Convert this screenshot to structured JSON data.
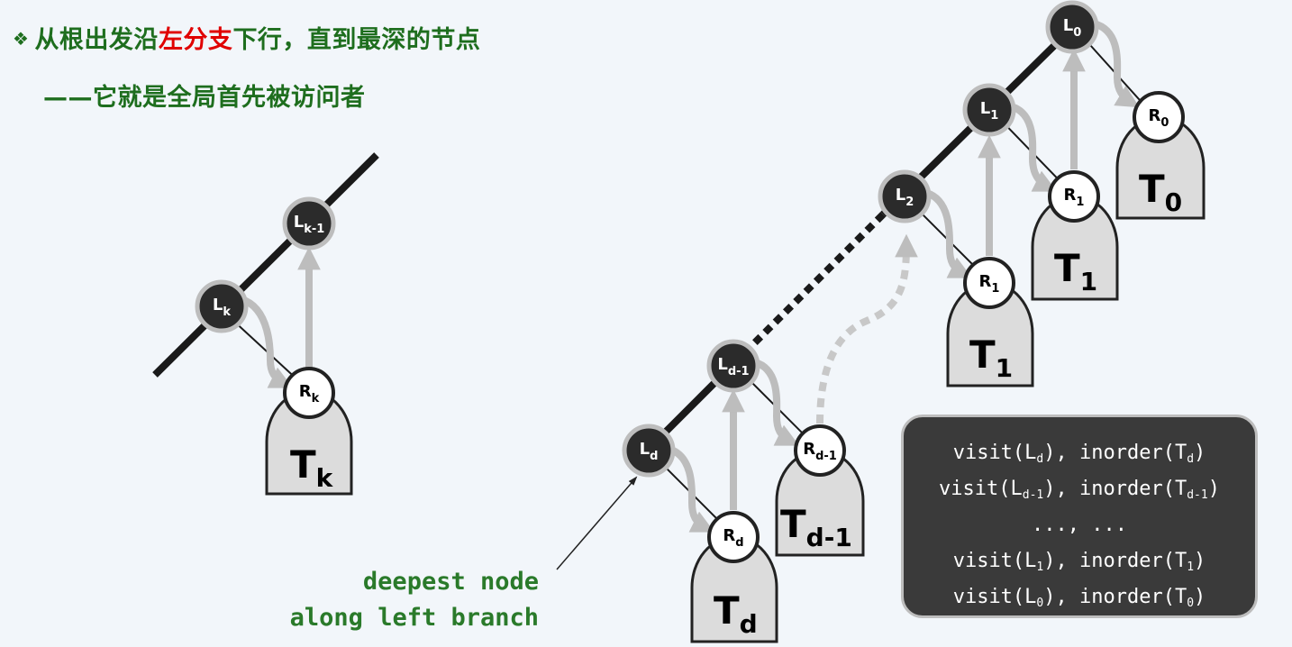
{
  "heading": {
    "bullet": "❖",
    "part1": "从根出发沿",
    "highlight": "左分支",
    "part2": "下行，直到最深的节点",
    "subtitle": "——它就是全局首先被访问者"
  },
  "annotation": {
    "line1": "deepest node",
    "line2": "along left branch"
  },
  "nodes": {
    "Lk_1": {
      "base": "L",
      "sub": "k-1"
    },
    "Lk": {
      "base": "L",
      "sub": "k"
    },
    "Rk": {
      "base": "R",
      "sub": "k"
    },
    "Tk": {
      "base": "T",
      "sub": "k"
    },
    "L0": {
      "base": "L",
      "sub": "0"
    },
    "L1": {
      "base": "L",
      "sub": "1"
    },
    "L2": {
      "base": "L",
      "sub": "2"
    },
    "R0": {
      "base": "R",
      "sub": "0"
    },
    "T0": {
      "base": "T",
      "sub": "0"
    },
    "R1a": {
      "base": "R",
      "sub": "1"
    },
    "T1a": {
      "base": "T",
      "sub": "1"
    },
    "R1b": {
      "base": "R",
      "sub": "1"
    },
    "T1b": {
      "base": "T",
      "sub": "1"
    },
    "Ld_1": {
      "base": "L",
      "sub": "d-1"
    },
    "Ld": {
      "base": "L",
      "sub": "d"
    },
    "Rd": {
      "base": "R",
      "sub": "d"
    },
    "Td": {
      "base": "T",
      "sub": "d"
    },
    "Rd_1": {
      "base": "R",
      "sub": "d-1"
    },
    "Td_1": {
      "base": "T",
      "sub": "d-1"
    }
  },
  "code": {
    "lines": [
      {
        "a": "visit(L",
        "s1": "d",
        "b": "), inorder(T",
        "s2": "d",
        "c": ")"
      },
      {
        "a": "visit(L",
        "s1": "d-1",
        "b": "), inorder(T",
        "s2": "d-1",
        "c": ")"
      },
      {
        "a": "..., ...",
        "s1": "",
        "b": "",
        "s2": "",
        "c": ""
      },
      {
        "a": "visit(L",
        "s1": "1",
        "b": "), inorder(T",
        "s2": "1",
        "c": ")"
      },
      {
        "a": "visit(L",
        "s1": "0",
        "b": "), inorder(T",
        "s2": "0",
        "c": ")"
      }
    ]
  },
  "colors": {
    "heading": "#1e6e1e",
    "highlight": "#e00000",
    "annotation": "#2a7a2a",
    "dark_node": "#2b2b2b",
    "arrow": "#bdbdbd",
    "tree_fill": "#dcdcdc",
    "code_bg": "#3a3a3a"
  }
}
